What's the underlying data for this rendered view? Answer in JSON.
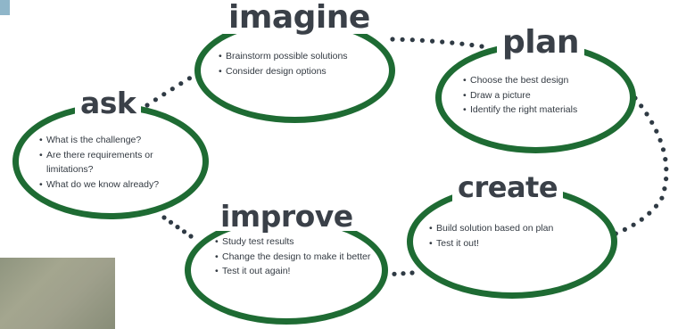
{
  "diagram": {
    "stages": [
      {
        "title": "ask",
        "bullets": [
          "What is the challenge?",
          "Are there requirements or limitations?",
          "What do we know already?"
        ]
      },
      {
        "title": "imagine",
        "bullets": [
          "Brainstorm possible solutions",
          "Consider design options"
        ]
      },
      {
        "title": "plan",
        "bullets": [
          "Choose the best design",
          "Draw a picture",
          "Identify the right materials"
        ]
      },
      {
        "title": "create",
        "bullets": [
          "Build solution based on plan",
          "Test it out!"
        ]
      },
      {
        "title": "improve",
        "bullets": [
          "Study test results",
          "Change the design to make it better",
          "Test it out again!"
        ]
      }
    ]
  },
  "colors": {
    "ellipse_border": "#1e6b33",
    "title_text": "#3a4048",
    "connector_dots": "#2f3a44"
  }
}
